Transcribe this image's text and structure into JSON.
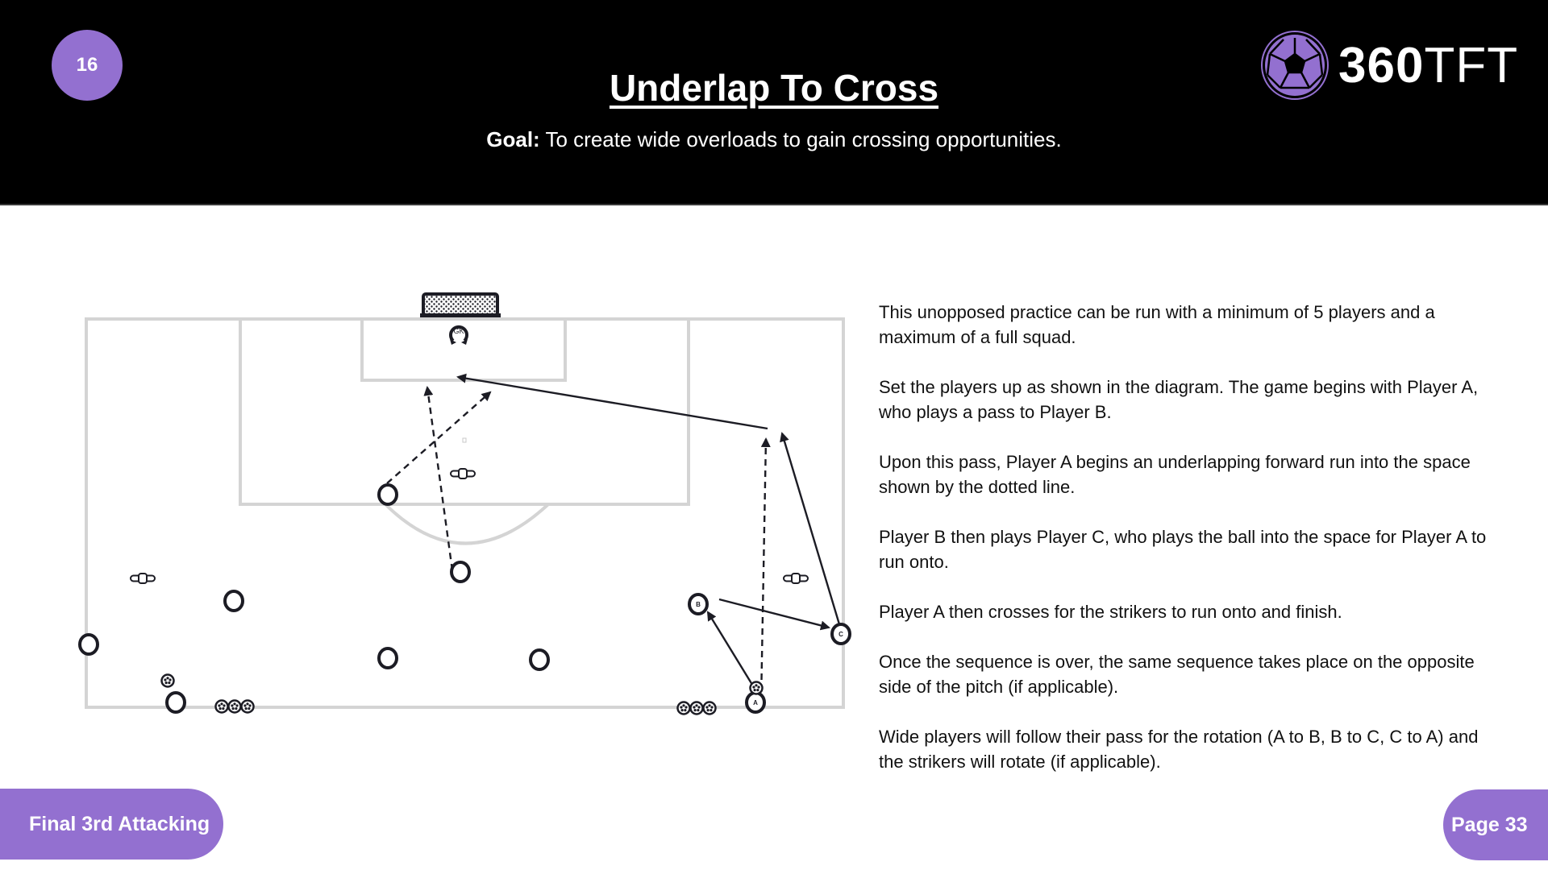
{
  "header": {
    "session_number": "16",
    "title": "Underlap To Cross",
    "goal_label": "Goal:",
    "goal_text": " To create wide overloads to gain crossing opportunities.",
    "logo": {
      "icon": "soccer-ball-icon",
      "text_bold": "360",
      "text_light": "TFT"
    }
  },
  "colors": {
    "accent": "#9370d0",
    "header_bg": "#000000",
    "pitch_lines": "#d4d4d4",
    "markings": "#1c1c24"
  },
  "diagram": {
    "goalkeeper_label": "GK",
    "player_labels": {
      "a": "A",
      "b": "B",
      "c": "C"
    },
    "legend_icons": [
      "goal-icon",
      "goalkeeper-icon",
      "player-icon",
      "mannequin-icon",
      "ball-icon",
      "pass-arrow",
      "run-arrow"
    ]
  },
  "description": {
    "paragraphs": [
      "This unopposed practice can be run with a minimum of 5 players and a maximum of a full squad.",
      "Set the players up as shown in the diagram.   The game begins with Player A, who plays a pass to Player B.",
      "Upon this pass, Player A begins an underlapping forward run into the space shown by the dotted line.",
      "Player B then plays Player C, who plays the ball into the space for Player A to run onto.",
      "Player A then crosses for the strikers to run onto and finish.",
      "Once the sequence is over, the same sequence takes place on the opposite side of the pitch (if applicable).",
      "Wide players will follow their pass for the rotation (A to B, B to C, C to A) and the strikers will rotate (if applicable)."
    ]
  },
  "footer": {
    "category": "Final 3rd Attacking",
    "page_label": "Page 33"
  }
}
